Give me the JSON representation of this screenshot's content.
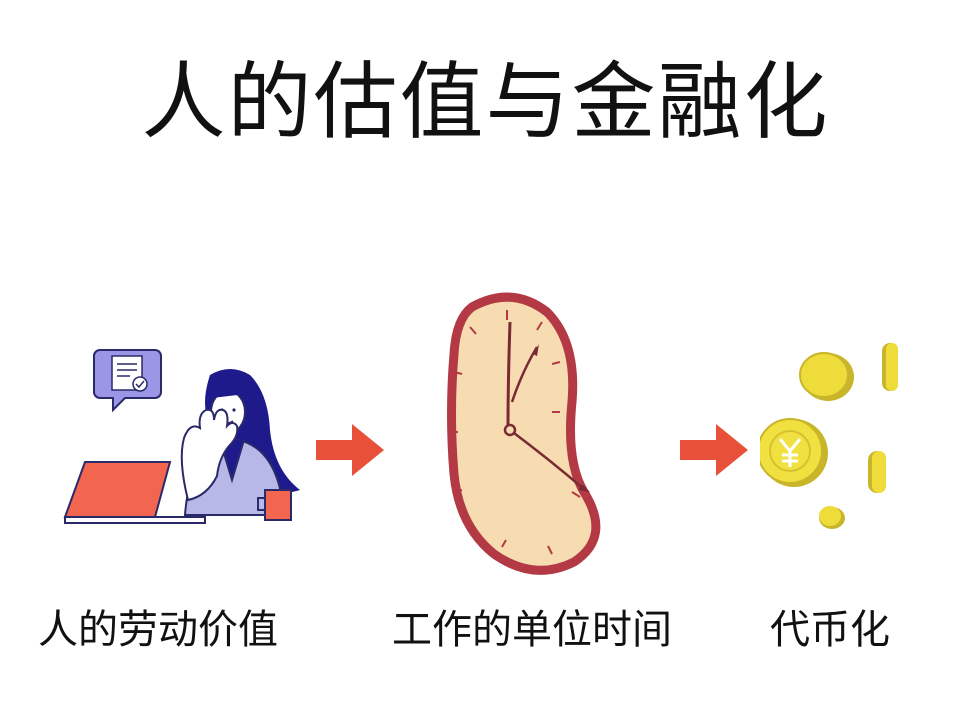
{
  "title": "人的估值与金融化",
  "steps": [
    {
      "label": "人的劳动价值",
      "icon": "woman-at-laptop-icon"
    },
    {
      "label": "工作的单位时间",
      "icon": "melting-clock-icon"
    },
    {
      "label": "代币化",
      "icon": "gold-coins-icon"
    }
  ],
  "colors": {
    "arrow": "#e8503a",
    "laptop": "#f2654e",
    "jacket": "#b7b7e8",
    "hair": "#1f1a8c",
    "clock_rim": "#b33a45",
    "clock_face": "#f6dcb0",
    "coin": "#e8d63a"
  }
}
